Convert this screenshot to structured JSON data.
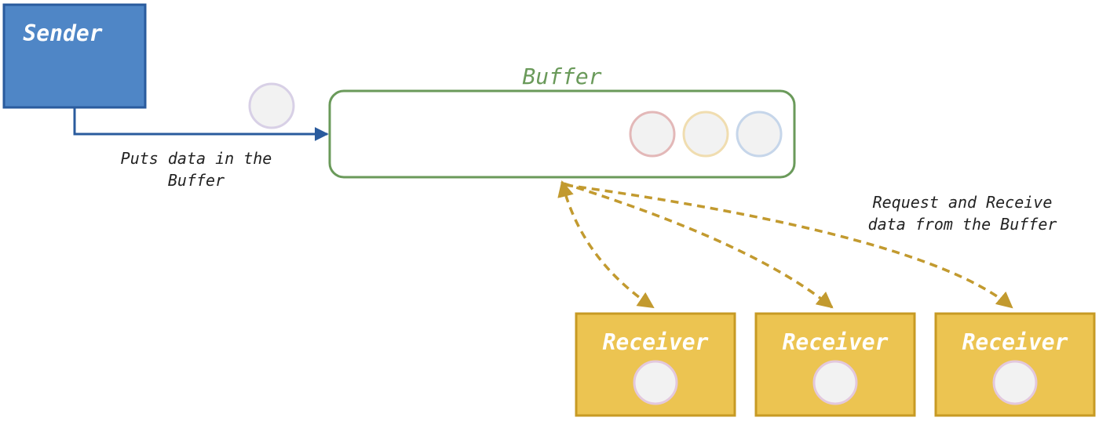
{
  "sender": {
    "label": "Sender"
  },
  "buffer": {
    "label": "Buffer"
  },
  "labels": {
    "put": [
      "Puts data in the",
      "Buffer"
    ],
    "request": [
      "Request and Receive",
      "data from the Buffer"
    ]
  },
  "receivers": [
    {
      "label": "Receiver"
    },
    {
      "label": "Receiver"
    },
    {
      "label": "Receiver"
    }
  ],
  "colors": {
    "sender_fill": "#4f86c6",
    "sender_stroke": "#2a5b9d",
    "buffer_stroke": "#6a9a5a",
    "buffer_label": "#6a9a5a",
    "arrow_blue": "#2a5b9d",
    "receiver_fill": "#ecc451",
    "receiver_stroke": "#c79a24",
    "arrow_gold": "#c29a2f",
    "packet_fill": "#f2f2f2",
    "packet_stroke_lavender": "#d8d0e6",
    "packet_stroke_red": "#e3b8b8",
    "packet_stroke_yellow": "#f0ddb0",
    "packet_stroke_blue": "#c6d6ea"
  }
}
